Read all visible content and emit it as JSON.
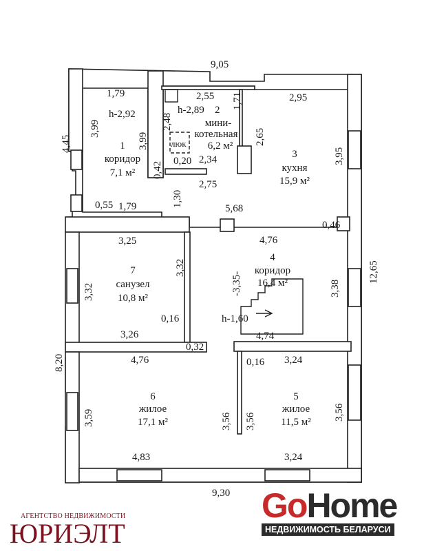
{
  "rooms": [
    {
      "num": "1",
      "name": "коридор",
      "area": "7,1 м²",
      "height": "h-2,92"
    },
    {
      "num": "2",
      "name_line1": "мини-",
      "name_line2": "котельная",
      "area": "6,2 м²",
      "height": "h-2,89",
      "hatch": "люк"
    },
    {
      "num": "3",
      "name": "кухня",
      "area": "15,9 м²"
    },
    {
      "num": "4",
      "name": "коридор",
      "area": "16,4 м²",
      "stair_height": "h-1,60"
    },
    {
      "num": "5",
      "name": "жилое",
      "area": "11,5 м²"
    },
    {
      "num": "6",
      "name": "жилое",
      "area": "17,1 м²"
    },
    {
      "num": "7",
      "name": "санузел",
      "area": "10,8 м²"
    }
  ],
  "dimensions": {
    "top_total": "9,05",
    "bottom_total": "9,30",
    "right_total": "12,65",
    "left_lower": "8,20",
    "left_upper": "4,45",
    "r1_top": "1,79",
    "r1_left": "3,99",
    "r1_right": "3,99",
    "r1_bottom": "1,79",
    "r1_step": "0,55",
    "r2_top": "2,55",
    "r2_left": "2,48",
    "r2_right": "1,71",
    "r2_bottom": "2,34",
    "r2_wall": "0,42",
    "r2_small": "0,20",
    "r3_top": "2,95",
    "r3_left": "2,65",
    "r3_right": "3,95",
    "r3_niche": "0,46",
    "r4_top_a": "2,75",
    "r4_top_b": "5,68",
    "r4_width": "4,76",
    "r4_left": "-3,35-",
    "r4_right": "3,38",
    "r4_bottom": "4,74",
    "r4_pass": "1,30",
    "r7_top": "3,25",
    "r7_left": "3,32",
    "r7_right": "3,32",
    "r7_bottom": "3,26",
    "r7_niche": "0,16",
    "r7_niche2": "0,32",
    "r6_top": "4,76",
    "r6_left": "3,59",
    "r6_right": "3,56",
    "r6_bottom": "4,83",
    "r5_top": "3,24",
    "r5_left": "3,56",
    "r5_right": "3,56",
    "r5_bottom": "3,24",
    "r5_niche": "0,16"
  },
  "branding": {
    "agency_sub": "АГЕНТСТВО НЕДВИЖИМОСТИ",
    "agency_name": "ЮРИЭЛТ",
    "logo_go": "Go",
    "logo_home": "Home",
    "logo_tagline": "НЕДВИЖИМОСТЬ БЕЛАРУСИ"
  },
  "colors": {
    "agency": "#7a1220",
    "go_red": "#c62a2a",
    "dark": "#2b2b2b"
  }
}
